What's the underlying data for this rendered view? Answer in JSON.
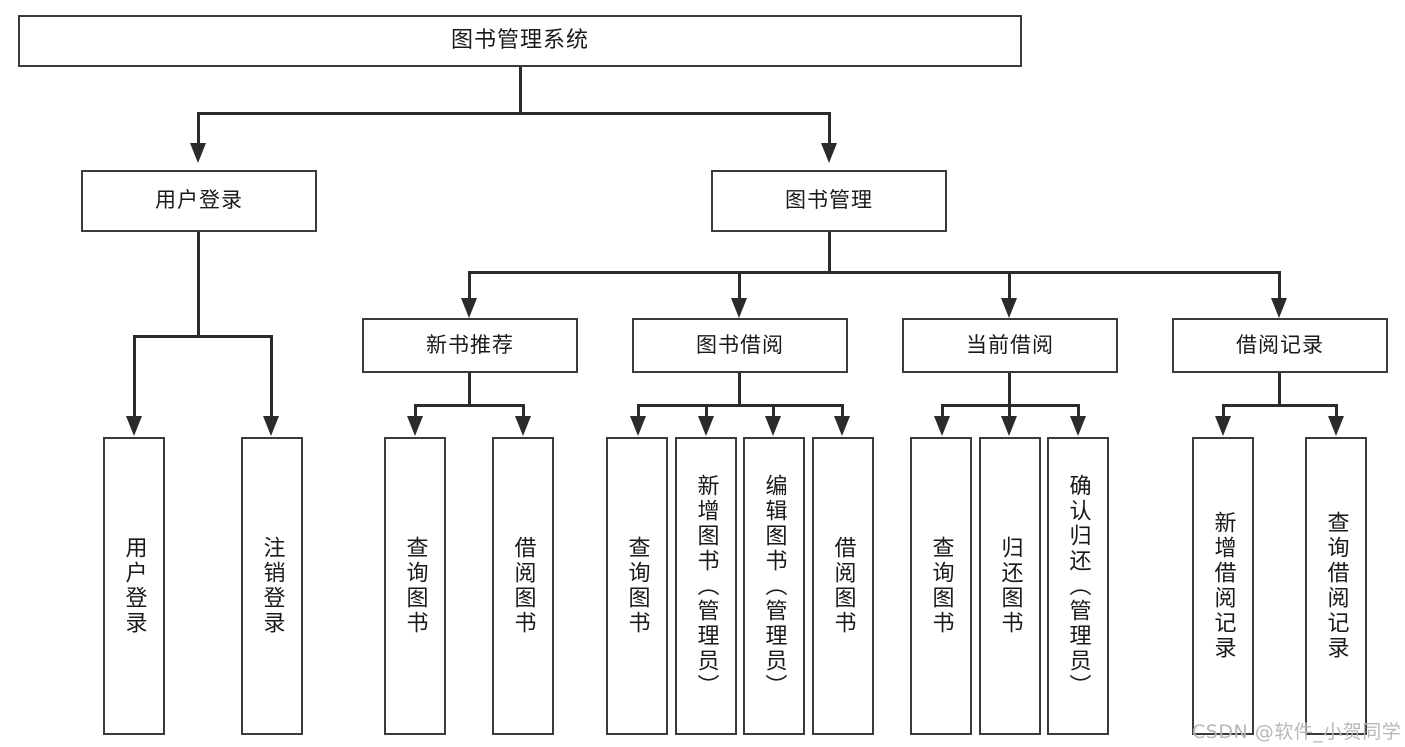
{
  "diagram": {
    "title": "图书管理系统",
    "type": "tree",
    "watermark": "CSDN @软件_小贺同学",
    "colors": {
      "box_border": "#3b3b3b",
      "connector": "#2b2b2b",
      "background": "#ffffff",
      "text": "#1a1a1a",
      "watermark": "#b8b8b8"
    },
    "nodes": {
      "root": {
        "label": "图书管理系统"
      },
      "level2": [
        {
          "label": "用户登录"
        },
        {
          "label": "图书管理"
        }
      ],
      "level3": [
        {
          "label": "新书推荐"
        },
        {
          "label": "图书借阅"
        },
        {
          "label": "当前借阅"
        },
        {
          "label": "借阅记录"
        }
      ],
      "leaves": {
        "user_login": [
          {
            "label": "用户登录"
          },
          {
            "label": "注销登录"
          }
        ],
        "new_book": [
          {
            "label": "查询图书"
          },
          {
            "label": "借阅图书"
          }
        ],
        "book_borrow": [
          {
            "label": "查询图书"
          },
          {
            "label": "新增图书（管理员）"
          },
          {
            "label": "编辑图书（管理员）"
          },
          {
            "label": "借阅图书"
          }
        ],
        "current_borrow": [
          {
            "label": "查询图书"
          },
          {
            "label": "归还图书"
          },
          {
            "label": "确认归还（管理员）"
          }
        ],
        "borrow_record": [
          {
            "label": "新增借阅记录"
          },
          {
            "label": "查询借阅记录"
          }
        ]
      }
    }
  }
}
